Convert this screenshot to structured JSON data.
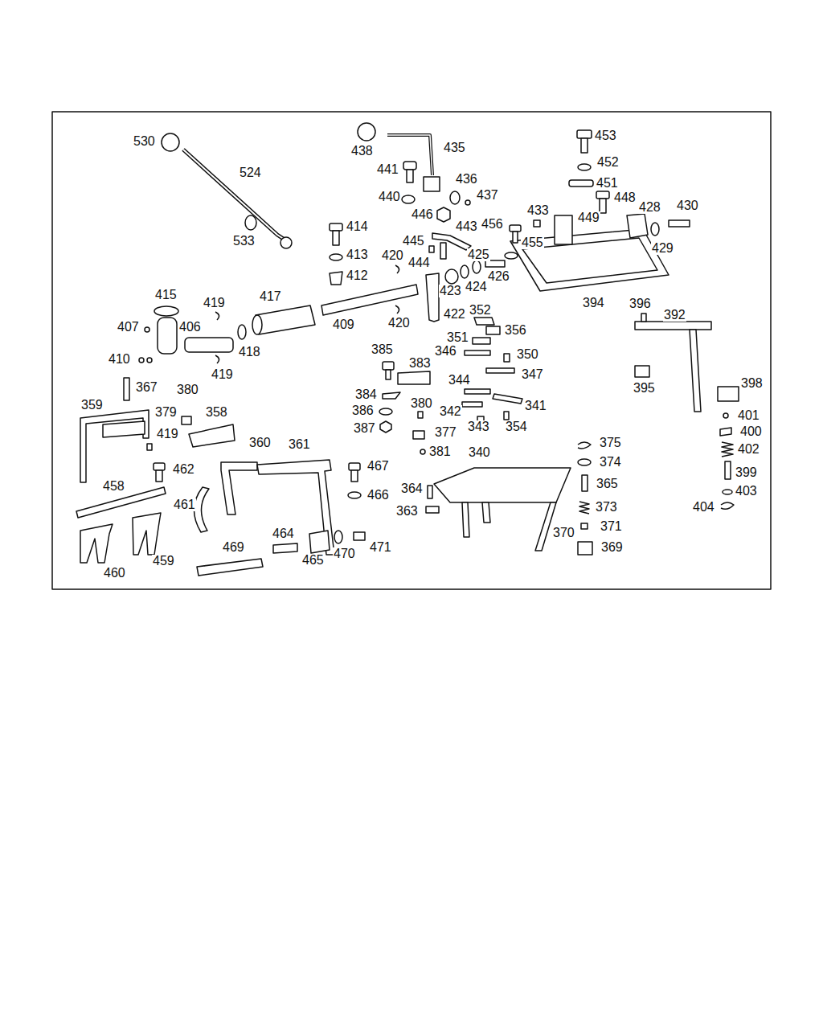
{
  "diagram": {
    "labels": [
      "530",
      "524",
      "533",
      "438",
      "435",
      "441",
      "436",
      "437",
      "440",
      "446",
      "443",
      "453",
      "452",
      "451",
      "448",
      "428",
      "430",
      "433",
      "449",
      "456",
      "455",
      "429",
      "445",
      "444",
      "425",
      "426",
      "424",
      "423",
      "422",
      "414",
      "413",
      "412",
      "420",
      "420",
      "415",
      "417",
      "419",
      "407",
      "406",
      "418",
      "419",
      "409",
      "410",
      "394",
      "396",
      "392",
      "352",
      "356",
      "351",
      "346",
      "350",
      "347",
      "385",
      "383",
      "384",
      "344",
      "380",
      "341",
      "386",
      "342",
      "343",
      "354",
      "387",
      "377",
      "381",
      "395",
      "398",
      "401",
      "400",
      "402",
      "399",
      "403",
      "404",
      "367",
      "380",
      "359",
      "379",
      "358",
      "419",
      "360",
      "361",
      "340",
      "375",
      "374",
      "365",
      "373",
      "371",
      "370",
      "369",
      "462",
      "467",
      "458",
      "466",
      "364",
      "363",
      "461",
      "464",
      "469",
      "471",
      "470",
      "465",
      "460",
      "459"
    ]
  }
}
